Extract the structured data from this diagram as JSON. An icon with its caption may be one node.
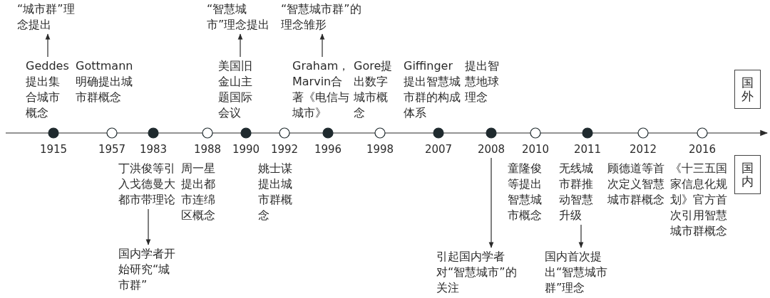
{
  "diagram": {
    "nodes": [
      {
        "text": [
          "“城市群”理念提出"
        ]
      },
      {
        "text": [
          "“智慧城市”理念提出"
        ]
      },
      {
        "text": [
          "“智慧城市群”的理念雏形"
        ]
      },
      {
        "text": [
          "Geddes提出集合城市概念"
        ]
      },
      {
        "text": [
          "Gottmann明确提出城市群概念"
        ]
      },
      {
        "text": [
          "美国旧金山主题国际会议"
        ]
      },
      {
        "text": [
          "Graham，Marvin合著《电信与城市》"
        ]
      },
      {
        "text": [
          "Gore提出数字城市概念"
        ]
      },
      {
        "text": [
          "Giffinger提出智慧城市群的构成体系"
        ]
      },
      {
        "text": [
          "提出智慧地球理念"
        ]
      },
      {
        "text": [
          "国外"
        ]
      },
      {
        "text": [],
        "shape": "dot",
        "beside": [
          "1915"
        ]
      },
      {
        "text": [],
        "shape": "circle",
        "beside": [
          "1957"
        ]
      },
      {
        "text": [],
        "shape": "dot",
        "beside": [
          "1983"
        ]
      },
      {
        "text": [],
        "shape": "circle",
        "beside": [
          "1988"
        ]
      },
      {
        "text": [],
        "shape": "dot",
        "beside": [
          "1990"
        ]
      },
      {
        "text": [],
        "shape": "circle",
        "beside": [
          "1992"
        ]
      },
      {
        "text": [],
        "shape": "dot",
        "beside": [
          "1996"
        ]
      },
      {
        "text": [],
        "shape": "circle",
        "beside": [
          "1998"
        ]
      },
      {
        "text": [],
        "shape": "dot",
        "beside": [
          "2007"
        ]
      },
      {
        "text": [],
        "shape": "dot",
        "beside": [
          "2008"
        ]
      },
      {
        "text": [],
        "shape": "circle",
        "beside": [
          "2010"
        ]
      },
      {
        "text": [],
        "shape": "dot",
        "beside": [
          "2011"
        ]
      },
      {
        "text": [],
        "shape": "circle",
        "beside": [
          "2012"
        ]
      },
      {
        "text": [],
        "shape": "circle",
        "beside": [
          "2016"
        ]
      },
      {
        "text": [
          "丁洪俊等引入戈德曼大都市带理论"
        ]
      },
      {
        "text": [
          "周一星提出都市连绵区概念"
        ]
      },
      {
        "text": [
          "姚士谋提出城市群概念"
        ]
      },
      {
        "text": [
          "童隆俊等提出智慧城市概念"
        ]
      },
      {
        "text": [
          "无线城市群推动智慧升级"
        ]
      },
      {
        "text": [
          "顾德道等首次定义智慧城市群概念"
        ]
      },
      {
        "text": [
          "《十三五国家信息化规划》官方首次引用智慧城市群概念"
        ]
      },
      {
        "text": [
          "国内"
        ]
      },
      {
        "text": [
          "国内学者开始研究“城市群”"
        ]
      },
      {
        "text": [
          "引起国内学者对“智慧城市”的关注"
        ]
      },
      {
        "text": [
          "国内首次提出“智慧城市群”理念"
        ]
      }
    ],
    "edges": [
      {
        "from": 3,
        "to": 0,
        "arrow": "to"
      },
      {
        "from": 5,
        "to": 1,
        "arrow": "to"
      },
      {
        "from": 6,
        "to": 2,
        "arrow": "to"
      },
      {
        "from": 25,
        "to": 33,
        "arrow": "to"
      },
      {
        "from": 20,
        "to": 34,
        "arrow": "to"
      },
      {
        "from": 29,
        "to": 35,
        "arrow": "to"
      }
    ]
  }
}
